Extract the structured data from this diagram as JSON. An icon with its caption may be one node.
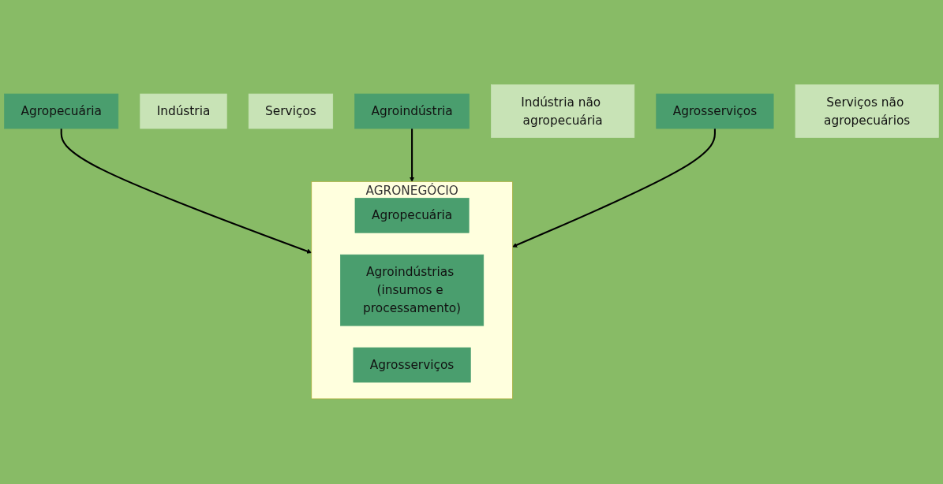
{
  "diagram": {
    "nodes": [
      {
        "text": [
          "Agropecuária"
        ]
      },
      {
        "text": [
          "Indústria"
        ]
      },
      {
        "text": [
          "Serviços"
        ]
      },
      {
        "text": [
          "Agroindústria"
        ]
      },
      {
        "text": [
          "Indústria não agropecuária"
        ]
      },
      {
        "text": [
          "Agrosserviços"
        ]
      },
      {
        "text": [
          "Serviços não agropecuários"
        ]
      },
      {
        "text": [
          "AGRONEGÓCIO"
        ]
      },
      {
        "text": [
          "Agropecuária"
        ],
        "in": 7
      },
      {
        "text": [
          "Agroindústrias (insumos e processamento)"
        ],
        "in": 7
      },
      {
        "text": [
          "Agrosserviços"
        ],
        "in": 7
      }
    ],
    "edges": [
      {
        "from": 0,
        "to": 7,
        "arrow": "to"
      },
      {
        "from": 3,
        "to": 7,
        "arrow": "to"
      },
      {
        "from": 5,
        "to": 7,
        "arrow": "to"
      }
    ]
  }
}
